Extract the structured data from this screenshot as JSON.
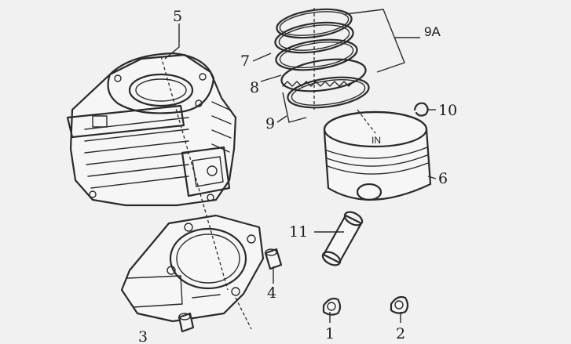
{
  "callouts": {
    "c1": "1",
    "c2": "2",
    "c3": "3",
    "c4": "4",
    "c5": "5",
    "c6": "6",
    "c7": "7",
    "c8": "8",
    "c9": "9",
    "c9a": "9A",
    "c10": "10",
    "c11": "11"
  },
  "colors": {
    "ink": "#2a2a2a",
    "paper": "#f1f1f1"
  }
}
